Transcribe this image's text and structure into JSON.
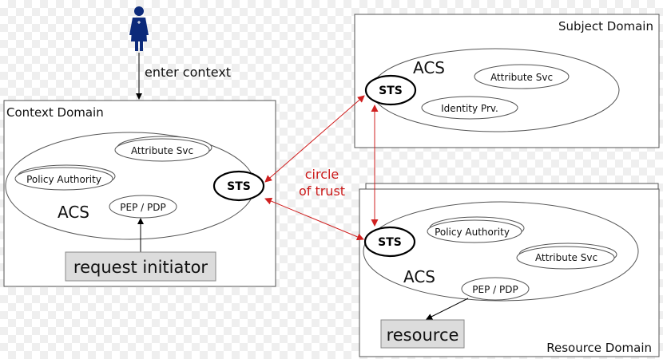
{
  "user": {
    "icon": "person-icon"
  },
  "enter_context": "enter context",
  "circle_of_trust": [
    "circle",
    "of trust"
  ],
  "context_domain": {
    "title": "Context Domain",
    "acs": "ACS",
    "attribute_svc": "Attribute Svc",
    "policy_authority": "Policy Authority",
    "pep_pdp": "PEP / PDP",
    "sts": "STS",
    "request_initiator": "request initiator"
  },
  "subject_domain": {
    "title": "Subject Domain",
    "acs": "ACS",
    "attribute_svc": "Attribute Svc",
    "identity_provider": "Identity Prv.",
    "sts": "STS"
  },
  "resource_domain": {
    "title": "Resource Domain",
    "acs": "ACS",
    "policy_authority": "Policy Authority",
    "attribute_svc": "Attribute Svc",
    "pep_pdp": "PEP / PDP",
    "sts": "STS",
    "resource": "resource"
  },
  "colors": {
    "trust": "#d02020",
    "label_fill": "#dcdcdc"
  }
}
